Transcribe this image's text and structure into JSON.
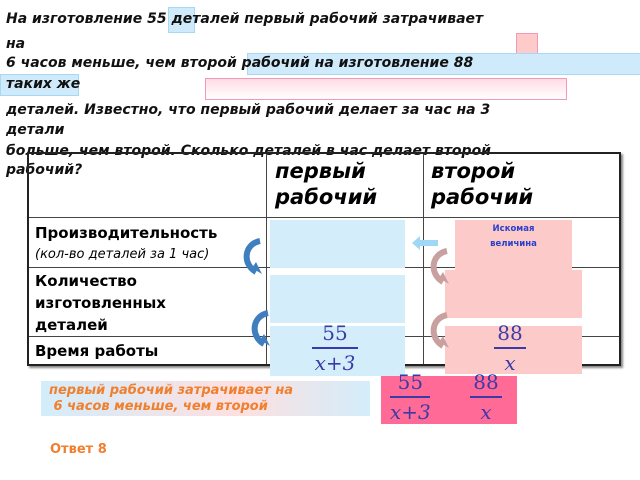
{
  "problem": {
    "lines": [
      "На изготовление 55 деталей первый рабочий затрачивает",
      "на",
      " 6 часов меньше, чем второй рабочий на изготовление 88",
      "таких же",
      "деталей. Известно, что первый рабочий делает за час  на 3",
      "детали",
      "больше, чем второй. Сколько деталей в час делает второй",
      "рабочий?"
    ]
  },
  "table": {
    "headers": [
      "первый рабочий",
      "второй рабочий"
    ],
    "header_lines": [
      [
        "первый",
        "рабочий"
      ],
      [
        "второй",
        "рабочий"
      ]
    ],
    "rows": [
      {
        "label": "Производительность",
        "sublabel": "(кол-во деталей за 1 час)"
      },
      {
        "label_lines": [
          "Количество",
          "изготовленных",
          "деталей"
        ]
      },
      {
        "label": "Время работы"
      }
    ],
    "sought_label": [
      "Искомая",
      "величина"
    ],
    "first_time": {
      "num": "55",
      "den": "x+3"
    },
    "second_time": {
      "num": "88",
      "den": "x"
    }
  },
  "condition": {
    "lines": [
      "первый рабочий затрачивает на",
      " 6 часов меньше, чем второй"
    ]
  },
  "equation": {
    "left_num": "55",
    "left_den": "x+3",
    "right_num": "88",
    "right_den": "x"
  },
  "answer": "Ответ 8",
  "colors": {
    "blue": "#d3edfb",
    "pink": "#fdcaca",
    "hot_pink": "#ff6a97",
    "orange": "#f07f2e",
    "fraction": "#3b3ba8"
  }
}
